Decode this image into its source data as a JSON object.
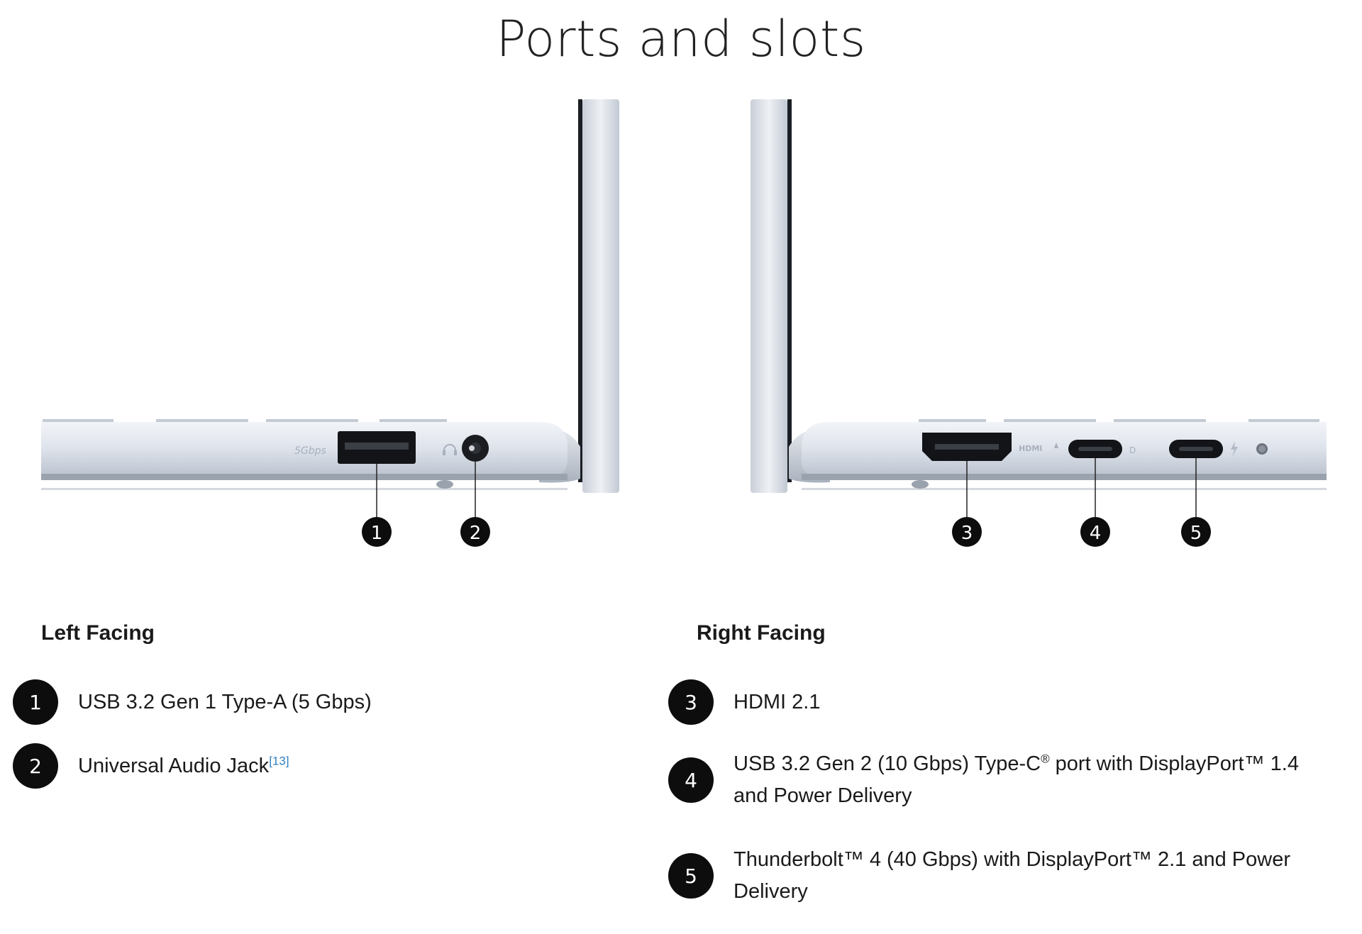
{
  "page": {
    "title": "Ports and slots"
  },
  "illustration": {
    "callouts": [
      "1",
      "2",
      "3",
      "4",
      "5"
    ],
    "left_usb_etch": "5Gbps",
    "right_hdmi_etch": "HDMI"
  },
  "left": {
    "heading": "Left Facing",
    "items": [
      {
        "number": "1",
        "text": "USB 3.2 Gen 1 Type-A (5 Gbps)",
        "ref": ""
      },
      {
        "number": "2",
        "text": "Universal Audio Jack",
        "ref": "[13]"
      }
    ]
  },
  "right": {
    "heading": "Right Facing",
    "items": [
      {
        "number": "3",
        "line1": "HDMI 2.1",
        "line2": ""
      },
      {
        "number": "4",
        "line1_a": "USB 3.2 Gen 2 (10 Gbps) Type-C",
        "line1_sup": "®",
        "line1_b": " port with DisplayPort™ 1.4",
        "line2": "and Power Delivery"
      },
      {
        "number": "5",
        "line1": "Thunderbolt™ 4 (40 Gbps) with DisplayPort™ 2.1 and Power",
        "line2": "Delivery"
      }
    ]
  }
}
